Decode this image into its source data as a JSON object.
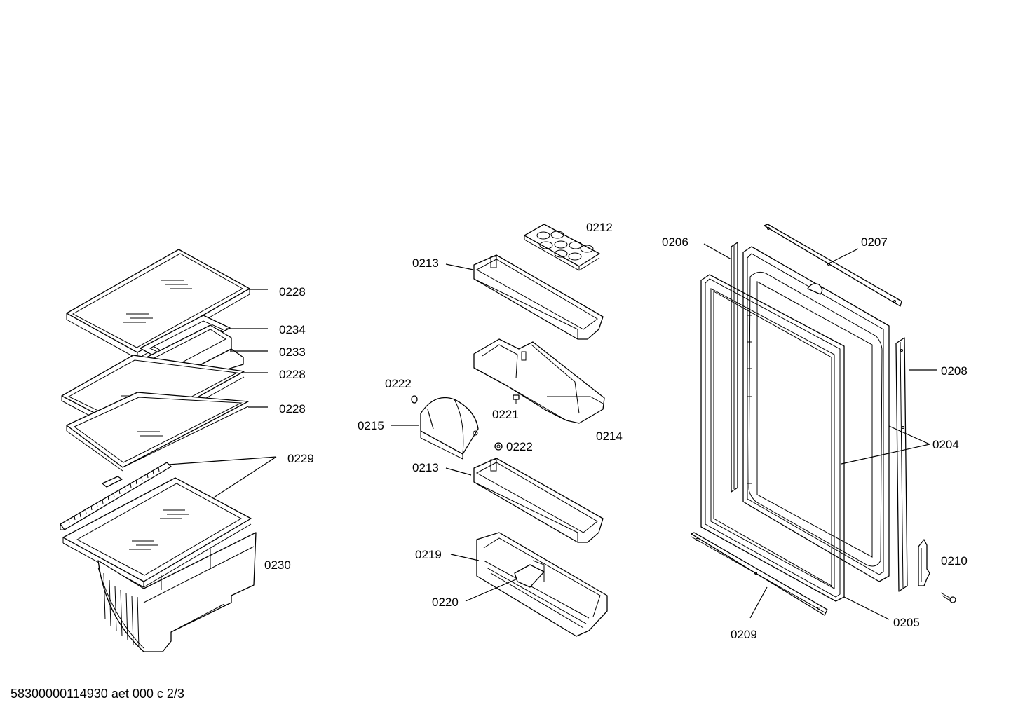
{
  "labels": {
    "p0228a": "0228",
    "p0234": "0234",
    "p0233": "0233",
    "p0228b": "0228",
    "p0228c": "0228",
    "p0229": "0229",
    "p0230": "0230",
    "p0212": "0212",
    "p0213a": "0213",
    "p0222a": "0222",
    "p0221": "0221",
    "p0215": "0215",
    "p0214": "0214",
    "p0222b": "0222",
    "p0213b": "0213",
    "p0219": "0219",
    "p0220": "0220",
    "p0206": "0206",
    "p0207": "0207",
    "p0208": "0208",
    "p0204": "0204",
    "p0210": "0210",
    "p0205": "0205",
    "p0209": "0209"
  },
  "footer": "58300000114930 aet 000 c 2/3"
}
